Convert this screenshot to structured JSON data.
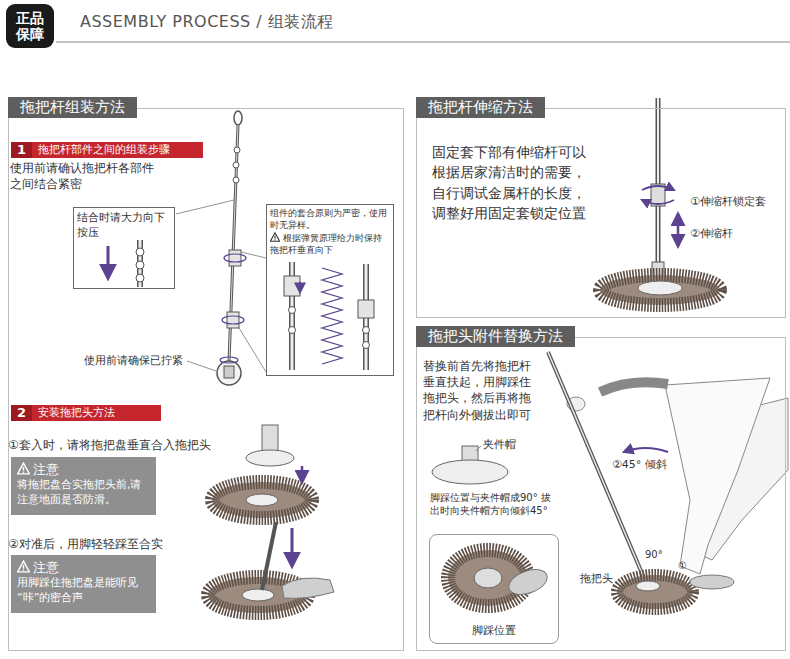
{
  "diagram": {
    "title": "ASSEMBLY PROCESS / 组装流程",
    "nodes": [
      {
        "text": [
          "正品保障"
        ]
      },
      {
        "text": [
          "拖把杆组装方法"
        ]
      },
      {
        "text": [
          "1",
          "拖把杆部件之间的组装步骤"
        ],
        "in": 1
      },
      {
        "text": [
          "结合时请大力向下按压"
        ],
        "in": 1
      },
      {
        "text": [
          "组件的套合原则为严密，使用时无异样。",
          "根据弹簧原理给力时保持拖把杆垂直向下"
        ],
        "in": 1
      },
      {
        "text": [
          "2",
          "安装拖把头方法"
        ],
        "in": 1
      },
      {
        "text": [
          "注意",
          "将拖把盘合实拖把头前,请注意地面是否防滑。"
        ],
        "in": 1
      },
      {
        "text": [
          "注意",
          "用脚踩住拖把盘是能听见“咔”的密合声"
        ],
        "in": 1
      },
      {
        "text": [
          "拖把杆伸缩方法"
        ]
      },
      {
        "text": [
          "拖把头附件替换方法"
        ]
      },
      {
        "text": [
          "脚踩位置与夹件帽成90° 拔出时向夹件帽方向倾斜45°"
        ],
        "in": 9
      },
      {
        "text": [
          "脚踩位置"
        ],
        "in": 9
      }
    ],
    "labels": [
      "使用前请确认拖把杆各部件之间结合紧密",
      "使用前请确保已拧紧",
      "①套入时，请将拖把盘垂直合入拖把头",
      "②对准后，用脚轻轻踩至合实",
      "固定套下部有伸缩杆可以根据居家清洁时的需要，自行调试金属杆的长度，调整好用固定套锁定位置",
      "①伸缩杆锁定套",
      "②伸缩杆",
      "替换前首先将拖把杆垂直扶起，用脚踩住拖把头，然后再将拖把杆向外侧拔出即可",
      "夹件帽",
      "②45° 倾斜",
      "90°",
      "①",
      "拖把头"
    ]
  }
}
